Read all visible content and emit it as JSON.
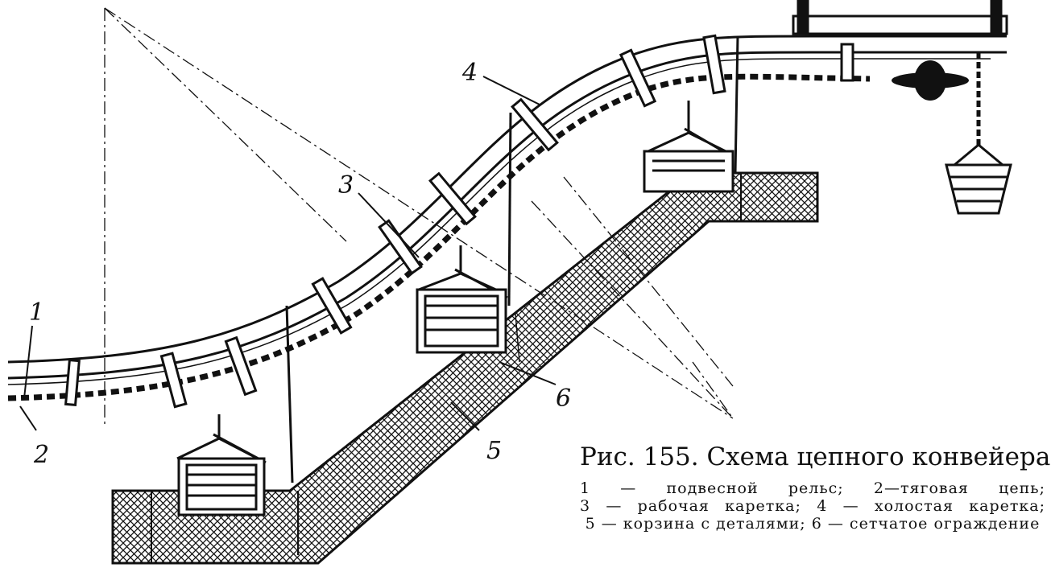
{
  "labels": {
    "n1": "1",
    "n2": "2",
    "n3": "3",
    "n4": "4",
    "n5": "5",
    "n6": "6"
  },
  "caption": {
    "title": "Рис. 155. Схема цепного конвейера:",
    "items": [
      "1 — подвесной рельс;",
      "2—тяговая цепь;",
      "3 — рабочая каретка;",
      "4 — холостая каретка;",
      "5 — корзина с деталями;",
      "6 — сетчатое ограждение"
    ]
  }
}
